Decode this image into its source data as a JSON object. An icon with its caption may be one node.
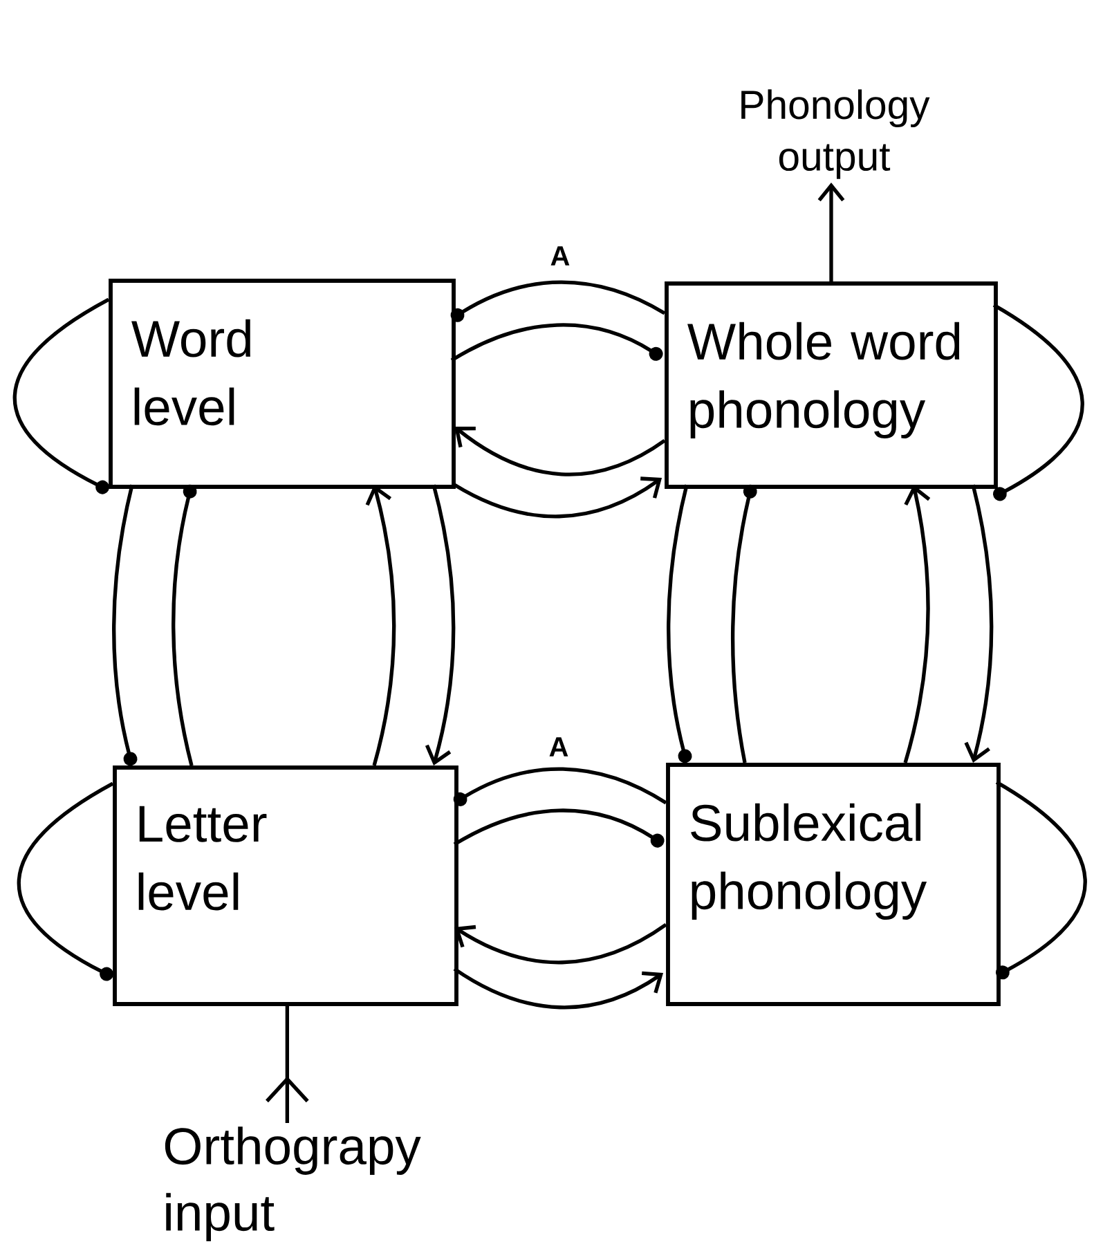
{
  "diagram": {
    "nodes": [
      {
        "text": [
          "Word level"
        ]
      },
      {
        "text": [
          "Whole word phonology"
        ]
      },
      {
        "text": [
          "Letter level"
        ]
      },
      {
        "text": [
          "Sublexical phonology"
        ]
      },
      {
        "text": [
          "Phonology output"
        ]
      },
      {
        "text": [
          "Orthograpy input"
        ]
      }
    ],
    "edges": [
      {
        "from": 1,
        "to": 0,
        "arrow": "other",
        "label": "A"
      },
      {
        "from": 0,
        "to": 1,
        "arrow": "other"
      },
      {
        "from": 1,
        "to": 0,
        "arrow": "to"
      },
      {
        "from": 0,
        "to": 1,
        "arrow": "to"
      },
      {
        "from": 0,
        "to": 2,
        "arrow": "other"
      },
      {
        "from": 2,
        "to": 0,
        "arrow": "other"
      },
      {
        "from": 2,
        "to": 0,
        "arrow": "to"
      },
      {
        "from": 0,
        "to": 2,
        "arrow": "to"
      },
      {
        "from": 1,
        "to": 3,
        "arrow": "other"
      },
      {
        "from": 3,
        "to": 1,
        "arrow": "other"
      },
      {
        "from": 3,
        "to": 1,
        "arrow": "to"
      },
      {
        "from": 1,
        "to": 3,
        "arrow": "to"
      },
      {
        "from": 3,
        "to": 2,
        "arrow": "other",
        "label": "A"
      },
      {
        "from": 2,
        "to": 3,
        "arrow": "other"
      },
      {
        "from": 3,
        "to": 2,
        "arrow": "to"
      },
      {
        "from": 2,
        "to": 3,
        "arrow": "to"
      },
      {
        "from": 0,
        "to": 0,
        "arrow": "other"
      },
      {
        "from": 1,
        "to": 1,
        "arrow": "other"
      },
      {
        "from": 2,
        "to": 2,
        "arrow": "other"
      },
      {
        "from": 3,
        "to": 3,
        "arrow": "other"
      },
      {
        "from": 1,
        "to": 4,
        "arrow": "to"
      },
      {
        "from": 5,
        "to": 2,
        "arrow": "to"
      }
    ]
  }
}
